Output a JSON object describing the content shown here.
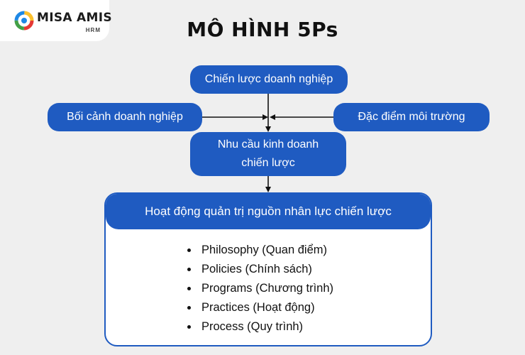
{
  "logo": {
    "name": "MISA AMIS",
    "sub": "HRM"
  },
  "title": "MÔ HÌNH 5Ps",
  "diagram": {
    "strategy": "Chiến lược doanh nghiệp",
    "context": "Bối cảnh doanh nghiệp",
    "environment": "Đặc điểm môi trường",
    "needs_line1": "Nhu cầu kinh doanh",
    "needs_line2": "chiến lược",
    "activities": {
      "header": "Hoạt động quản trị nguồn nhân lực chiến lược",
      "items": [
        "Philosophy (Quan điểm)",
        "Policies (Chính sách)",
        "Programs (Chương trình)",
        "Practices (Hoạt động)",
        "Process (Quy trình)"
      ]
    }
  },
  "colors": {
    "box_fill": "#1f5bc1",
    "background": "#efefef",
    "text_on_box": "#ffffff"
  }
}
